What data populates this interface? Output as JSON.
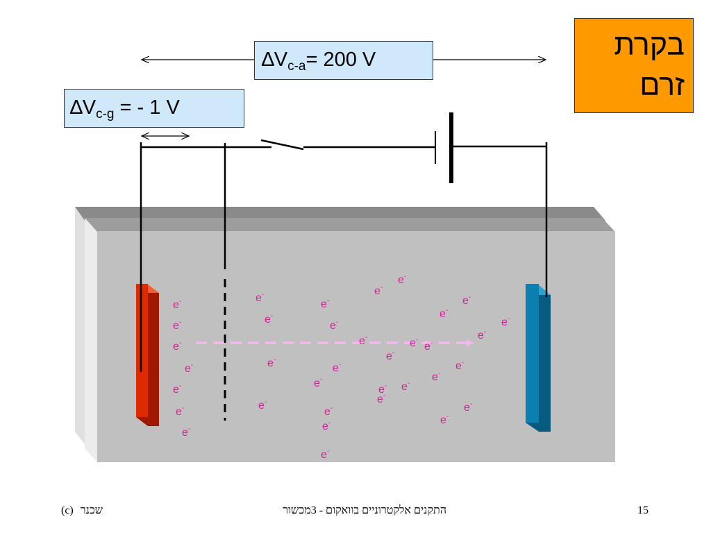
{
  "slide": {
    "title_lines": [
      "בקרת",
      "זרם"
    ],
    "voltage_cathode_anode": {
      "symbol": "∆V",
      "subscript": "c-a",
      "value_text": "= 200 V"
    },
    "voltage_cathode_grid": {
      "symbol": "∆V",
      "subscript": "c-g",
      "value_text": " = - 1 V"
    },
    "electron_label": "e",
    "electron_charge": "-",
    "footer": {
      "copyright": "(c)",
      "author": "שכנר",
      "course": "התקנים אלקטרוניים בוואקום - 3מכשור",
      "page_number": "15"
    }
  },
  "colors": {
    "cathode": "#dd2a00",
    "anode": "#0a7fb0",
    "electron": "#e0189a",
    "beam": "#f5b8ee",
    "label_fill": "#cfe9fb",
    "title_fill": "#ff9900",
    "tube": "#c0c0c0"
  }
}
